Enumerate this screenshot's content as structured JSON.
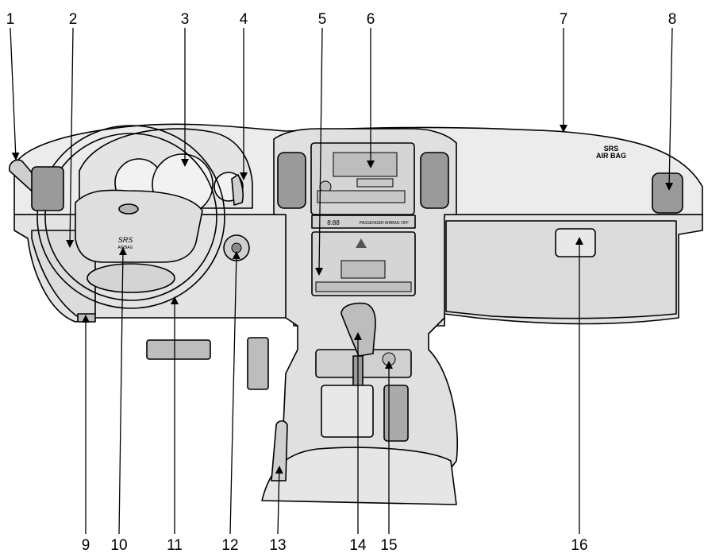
{
  "callouts": [
    {
      "number": "1"
    },
    {
      "number": "2"
    },
    {
      "number": "3"
    },
    {
      "number": "4"
    },
    {
      "number": "5"
    },
    {
      "number": "6"
    },
    {
      "number": "7"
    },
    {
      "number": "8"
    },
    {
      "number": "9"
    },
    {
      "number": "10"
    },
    {
      "number": "11"
    },
    {
      "number": "12"
    },
    {
      "number": "13"
    },
    {
      "number": "14"
    },
    {
      "number": "15"
    },
    {
      "number": "16"
    }
  ],
  "labels": {
    "srs_airbag_line1": "SRS",
    "srs_airbag_line2": "AIR BAG",
    "steering_srs": "SRS",
    "steering_srs_sub": "AIRBAG",
    "passenger_airbag_indicator": "PASSENGER AIRBAG OFF",
    "clock_display": "8:88"
  }
}
